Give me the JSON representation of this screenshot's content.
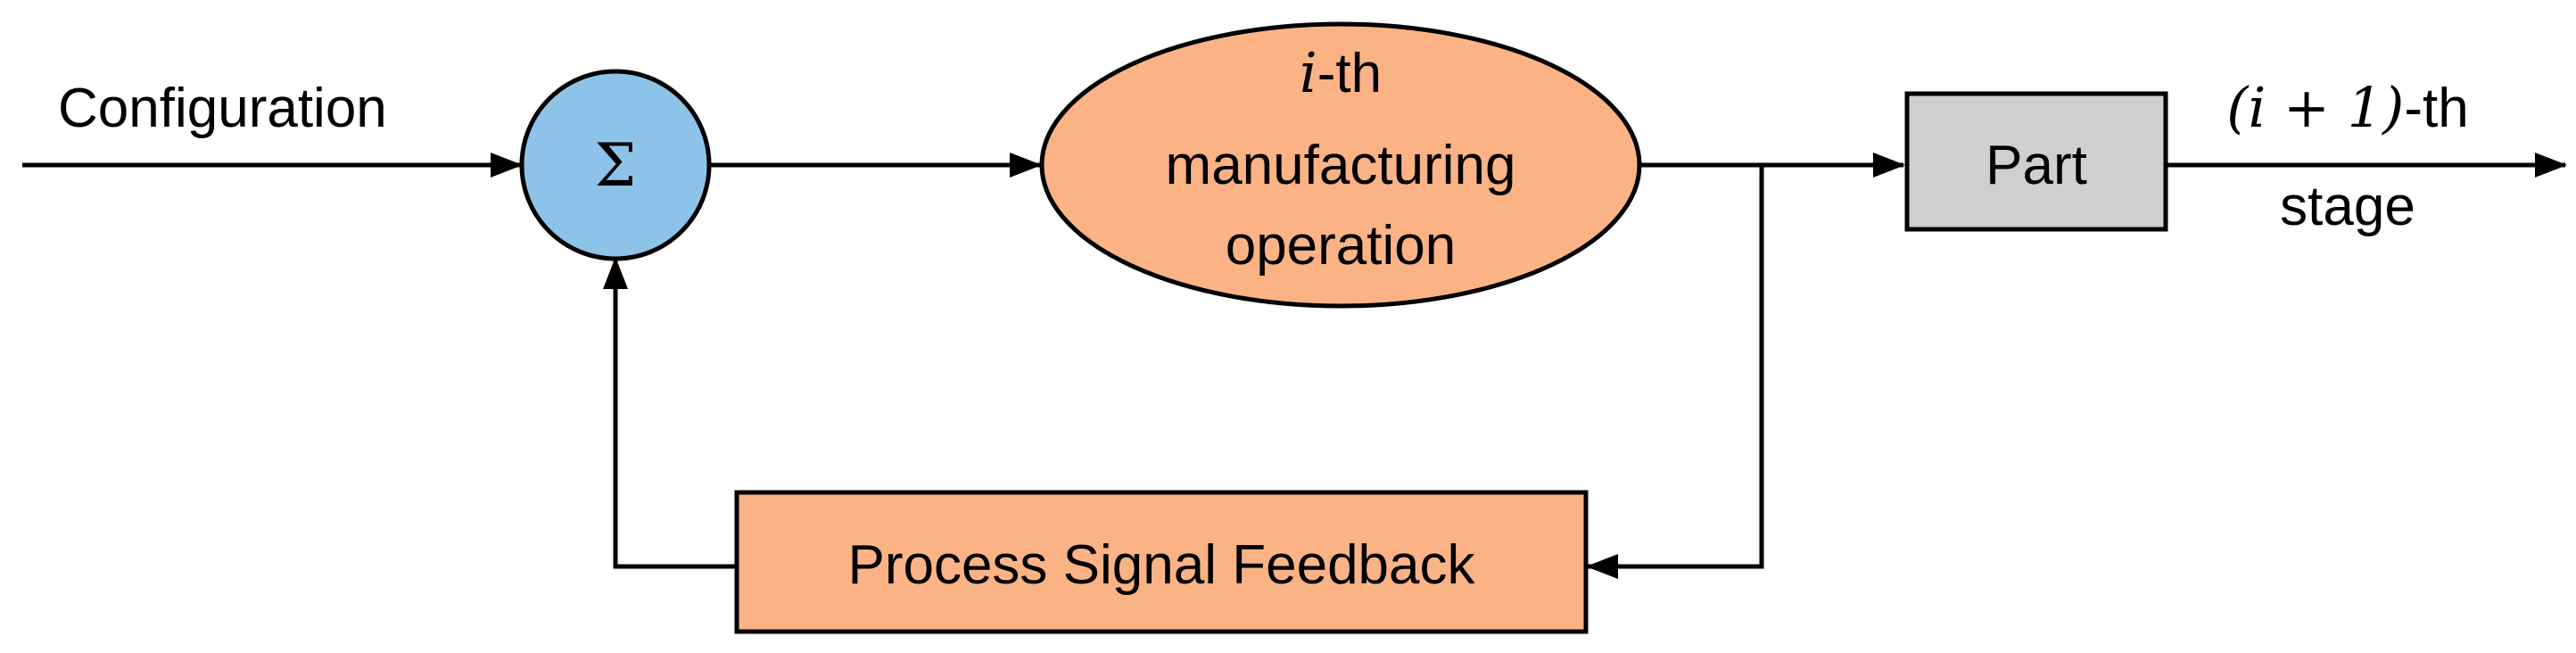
{
  "input_label": "Configuration",
  "summing_junction": {
    "symbol": "Σ",
    "fill": "#8dc3e8"
  },
  "operation": {
    "line1_math": "i",
    "line1_suffix": "-th",
    "line2": "manufacturing",
    "line3": "operation",
    "fill": "#fbb385"
  },
  "part": {
    "label": "Part",
    "fill": "#cfcfcf"
  },
  "output": {
    "stage_math": "(i + 1)",
    "stage_suffix": "-th",
    "stage_line2": "stage"
  },
  "feedback": {
    "label": "Process Signal Feedback",
    "fill": "#fbb385"
  }
}
